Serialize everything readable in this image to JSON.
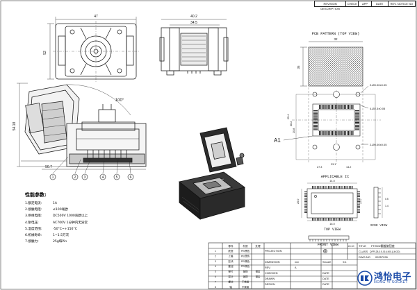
{
  "revision_table": {
    "headers": [
      "REVISION DESCRIPTION",
      "CHECK",
      "APP",
      "DATE",
      "REV. NOTICE NO"
    ]
  },
  "views": {
    "pcb_pattern": "PCB PATTERN (TOP VIEW)",
    "applicable_ic": "APPLICABLE IC",
    "top_view": "TOP VIEW",
    "side_view": "SIDE VIEW",
    "front_view": "FRONT VIEW",
    "a1": "A1"
  },
  "dimensions": {
    "top_width": "47",
    "top_height": "52",
    "side_width": "40.2",
    "side_inner": "34.5",
    "front_height": "54.18",
    "front_base": "50.7",
    "angle": "100°",
    "pcb_width": "32",
    "pcb_height": "35",
    "pcb_dims": [
      "25.4",
      "38.2",
      "20.8",
      "23.1",
      "27.3",
      "14.2"
    ],
    "hole_labels": [
      "2-Ø0.00±0.05",
      "4-Ø2.3±0.05",
      "2-Ø0.00±0.05"
    ],
    "ic_dims": [
      "14.0",
      "20.0",
      "16.0",
      "22.0",
      "0.5",
      "1.4"
    ]
  },
  "callouts": [
    "1",
    "2",
    "3",
    "4",
    "5",
    "6"
  ],
  "spec": {
    "title": "性能参数:",
    "rows": [
      {
        "k": "1.额定电流:",
        "v": "1A"
      },
      {
        "k": "2.接触电阻:",
        "v": "≤100毫欧"
      },
      {
        "k": "3.绝缘电阻:",
        "v": "DC500V 1000兆欧以上"
      },
      {
        "k": "4.耐电压:",
        "v": "AC700V 1分钟内无异常"
      },
      {
        "k": "5.温度范围:",
        "v": "-50°C~+150°C"
      },
      {
        "k": "6.机械寿命:",
        "v": "1~1.5万次"
      },
      {
        "k": "7.接触力:",
        "v": "25g每Pin"
      }
    ]
  },
  "title_block": {
    "projection": "PROJECTION",
    "tolerance": "±0.10",
    "unit": "mm",
    "title_label": "TITLE",
    "title_value": "FT2502翻盖旋钮座",
    "class_label": "CLASS",
    "class_value": "QFP128-0.5-016-N01(14X20)",
    "dwg_label": "DWG.NO",
    "dwg_value": "09257226",
    "dimension_label": "DIMENSION",
    "scale_label": "SCALE",
    "scale_value": "5:1",
    "rev_label": "REV.",
    "rev_value": "A",
    "checked_label": "CHECKED",
    "drawn_label": "DRAWN",
    "design_label": "DESIGN",
    "date_label": "DATE",
    "parts_header": [
      "零件",
      "材质",
      "处理"
    ],
    "parts": [
      {
        "name": "底座",
        "mat": "PEI黑色",
        "proc": ""
      },
      {
        "name": "上盖",
        "mat": "PEI黑色",
        "proc": ""
      },
      {
        "name": "压块",
        "mat": "PEI黑色",
        "proc": ""
      },
      {
        "name": "旋钮",
        "mat": "PEI黑色",
        "proc": ""
      },
      {
        "name": "弹片",
        "mat": "铍铜",
        "proc": "镀金"
      },
      {
        "name": "探针",
        "mat": "铍铜",
        "proc": "镀金"
      },
      {
        "name": "螺丝",
        "mat": "不锈钢",
        "proc": ""
      },
      {
        "name": "轴",
        "mat": "不锈钢",
        "proc": ""
      }
    ]
  },
  "logo": {
    "cn": "鸿怡电子",
    "en": "HONG YI SOCKET",
    "brand_color": "#1a4aa8"
  }
}
